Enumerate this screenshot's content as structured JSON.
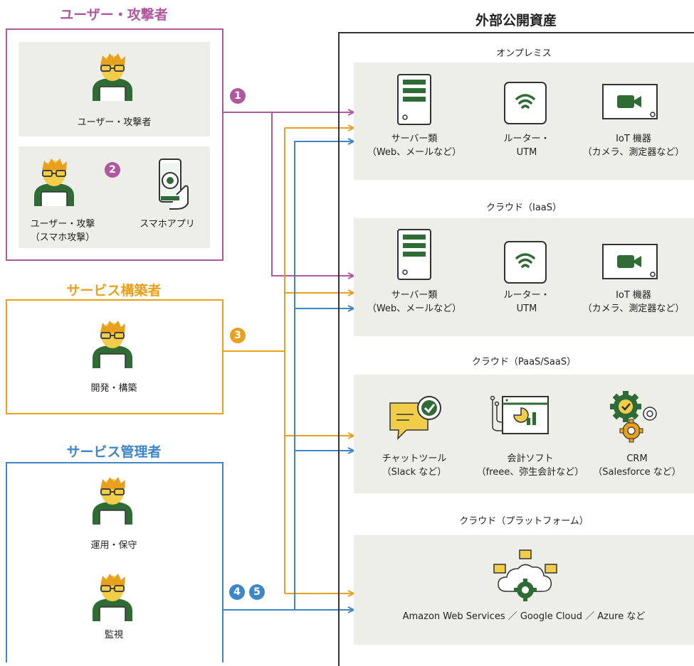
{
  "left": {
    "users": {
      "title": "ユーザー・攻撃者",
      "person1_label": "ユーザー・攻撃者",
      "person2_label": "ユーザー・攻撃\n（スマホ攻撃）",
      "app_label": "スマホアプリ",
      "color": "#b0589f"
    },
    "builders": {
      "title": "サービス構築者",
      "person_label": "開発・構築",
      "color": "#e8a11e"
    },
    "managers": {
      "title": "サービス管理者",
      "person1_label": "運用・保守",
      "person2_label": "監視",
      "color": "#3e86c6"
    }
  },
  "badges": [
    "1",
    "2",
    "3",
    "4",
    "5"
  ],
  "right": {
    "title": "外部公開資産",
    "sections": [
      {
        "title": "オンプレミス",
        "items": [
          {
            "label": "サーバー類\n（Web、メールなど）",
            "icon": "server-icon"
          },
          {
            "label": "ルーター・\nUTM",
            "icon": "router-icon"
          },
          {
            "label": "IoT 機器\n（カメラ、測定器など）",
            "icon": "camera-icon"
          }
        ]
      },
      {
        "title": "クラウド（IaaS）",
        "items": [
          {
            "label": "サーバー類\n（Web、メールなど）",
            "icon": "server-icon"
          },
          {
            "label": "ルーター・\nUTM",
            "icon": "router-icon"
          },
          {
            "label": "IoT 機器\n（カメラ、測定器など）",
            "icon": "camera-icon"
          }
        ]
      },
      {
        "title": "クラウド（PaaS/SaaS）",
        "items": [
          {
            "label": "チャットツール\n（Slack など）",
            "icon": "chat-icon"
          },
          {
            "label": "会計ソフト\n（freee、弥生会計など）",
            "icon": "accounting-icon"
          },
          {
            "label": "CRM\n（Salesforce など）",
            "icon": "gears-icon"
          }
        ]
      },
      {
        "title": "クラウド（プラットフォーム）",
        "items": [
          {
            "label": "Amazon Web Services ／ Google Cloud ／ Azure など",
            "icon": "cloud-icon"
          }
        ]
      }
    ]
  },
  "colors": {
    "purple": "#b0589f",
    "orange": "#e8a11e",
    "blue": "#3e86c6",
    "green": "#2f6b35",
    "panel": "#eeeee9"
  }
}
